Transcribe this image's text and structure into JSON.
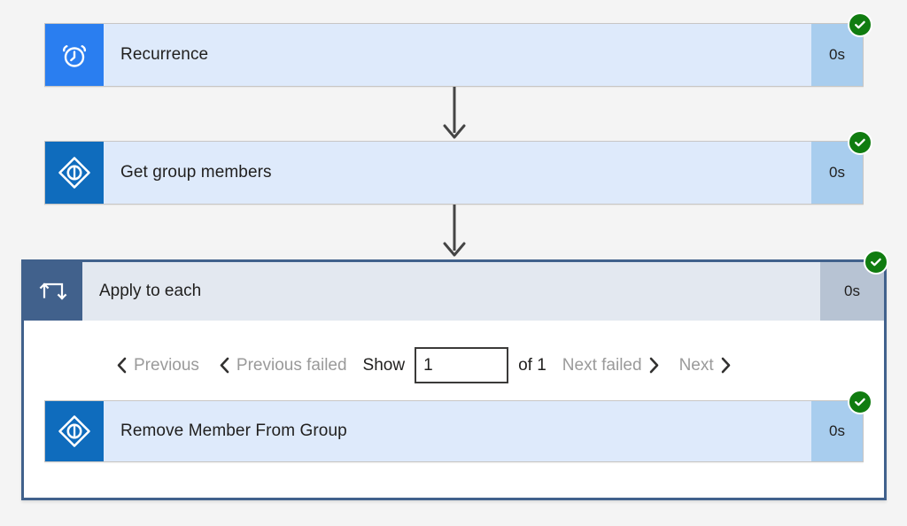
{
  "theme": {
    "page_background": "#f4f4f4",
    "action_card_background": "#deeafb",
    "action_duration_background": "#a8cdee",
    "scope_border": "#41618c",
    "scope_header_background": "#e3e8f0",
    "scope_duration_background": "#b7c3d3",
    "recurrence_tile": "#2a7ef0",
    "azure_ad_tile": "#0f6cbd",
    "success_green": "#107c10",
    "connector_line": "#444444",
    "disabled_text": "#9a9a9a",
    "primary_text": "#201f1e"
  },
  "flow": {
    "steps": [
      {
        "id": "recurrence",
        "title": "Recurrence",
        "duration": "0s",
        "status": "succeeded",
        "status_icon": "check-circle-icon",
        "icon": "alarm-clock-icon"
      },
      {
        "id": "get-group-members",
        "title": "Get group members",
        "duration": "0s",
        "status": "succeeded",
        "status_icon": "check-circle-icon",
        "icon": "azure-active-directory-icon"
      }
    ],
    "scope": {
      "id": "apply-to-each",
      "title": "Apply to each",
      "duration": "0s",
      "status": "succeeded",
      "status_icon": "check-circle-icon",
      "icon": "loop-arrows-icon",
      "pager": {
        "previous_label": "Previous",
        "previous_icon": "chevron-left-icon",
        "previous_enabled": false,
        "previous_failed_label": "Previous failed",
        "previous_failed_icon": "chevron-left-icon",
        "previous_failed_enabled": false,
        "show_label": "Show",
        "index_value": "1",
        "index_placeholder": "",
        "of_label": "of 1",
        "next_failed_label": "Next failed",
        "next_failed_icon": "chevron-right-icon",
        "next_failed_enabled": false,
        "next_label": "Next",
        "next_icon": "chevron-right-icon",
        "next_enabled": false
      },
      "children": [
        {
          "id": "remove-member-from-group",
          "title": "Remove Member From Group",
          "duration": "0s",
          "status": "succeeded",
          "status_icon": "check-circle-icon",
          "icon": "azure-active-directory-icon"
        }
      ]
    },
    "connectors": [
      {
        "id": "recurrence-to-get-group-members",
        "icon": "arrow-down-icon"
      },
      {
        "id": "get-group-members-to-apply-to-each",
        "icon": "arrow-down-icon"
      }
    ]
  }
}
